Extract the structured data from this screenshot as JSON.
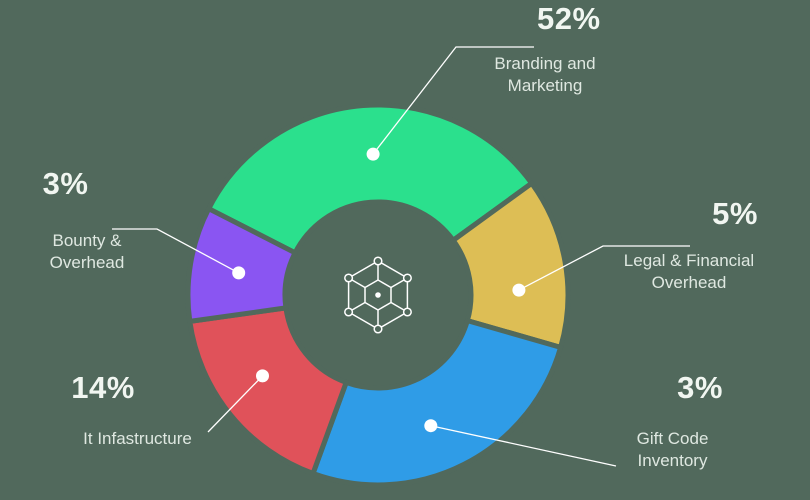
{
  "background_color": "#51695c",
  "text_color": "#e9f0ea",
  "chart_data": {
    "type": "pie",
    "variant": "donut",
    "title": "",
    "legend_position": "callouts",
    "slices": [
      {
        "id": "branding-and-marketing",
        "percent": "52%",
        "value": 52,
        "label": "Branding and Marketing",
        "label_lines": [
          "Branding and",
          "Marketing"
        ],
        "color": "#2be08d",
        "start_deg": 207,
        "end_deg": 324
      },
      {
        "id": "legal-financial-overhead",
        "percent": "5%",
        "value": 5,
        "label": "Legal & Financial Overhead",
        "label_lines": [
          "Legal & Financial",
          "Overhead"
        ],
        "color": "#ddbe55",
        "start_deg": 324,
        "end_deg": 376
      },
      {
        "id": "gift-code-inventory",
        "percent": "3%",
        "value": 3,
        "label": "Gift Code Inventory",
        "label_lines": [
          "Gift Code",
          "Inventory"
        ],
        "color": "#2f9ce7",
        "start_deg": 376,
        "end_deg": 470
      },
      {
        "id": "it-infastructure",
        "percent": "14%",
        "value": 14,
        "label": "It Infastructure",
        "label_lines": [
          "It Infastructure"
        ],
        "color": "#e0525a",
        "start_deg": 470,
        "end_deg": 532
      },
      {
        "id": "bounty-overhead",
        "percent": "3%",
        "value": 3,
        "label": "Bounty & Overhead",
        "label_lines": [
          "Bounty &",
          "Overhead"
        ],
        "color": "#8a55f2",
        "start_deg": 532,
        "end_deg": 567
      }
    ],
    "center_icon": "network-icon",
    "marker_color": "#ffffff",
    "leader_line_color": "#ffffff"
  }
}
